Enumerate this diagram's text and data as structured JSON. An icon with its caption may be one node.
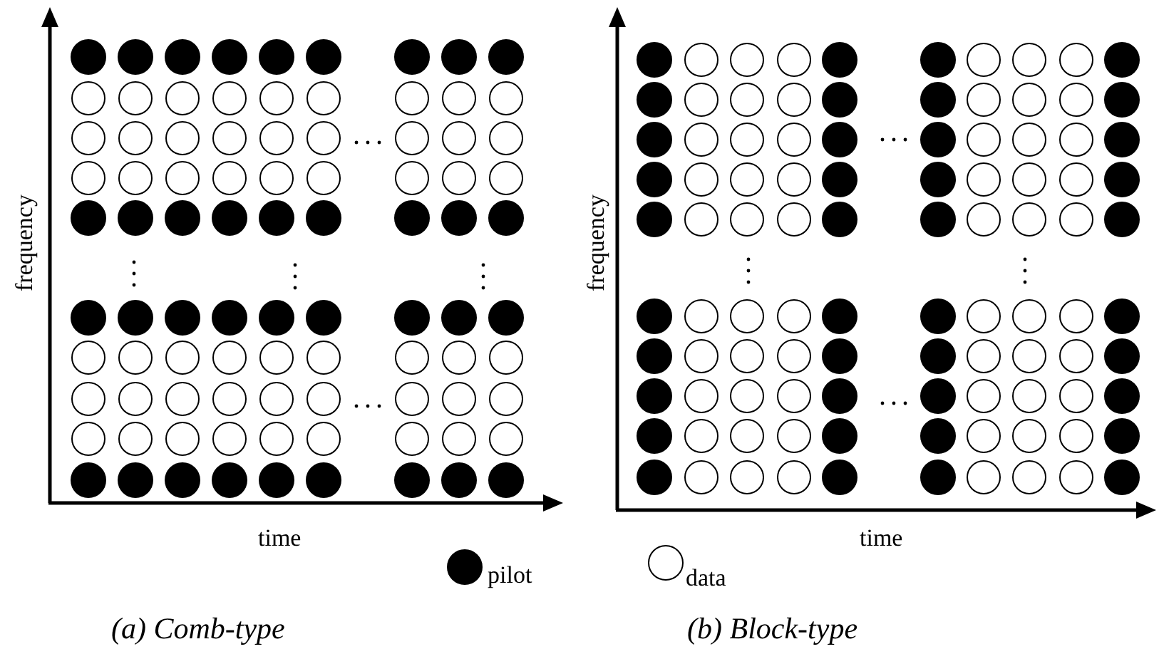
{
  "diagram": {
    "labels": [
      "frequency",
      "time",
      "(a) Comb-type",
      "frequency",
      "time",
      "(b) Block-type"
    ],
    "legend": [
      {
        "text": "pilot"
      },
      {
        "text": "data"
      }
    ]
  }
}
